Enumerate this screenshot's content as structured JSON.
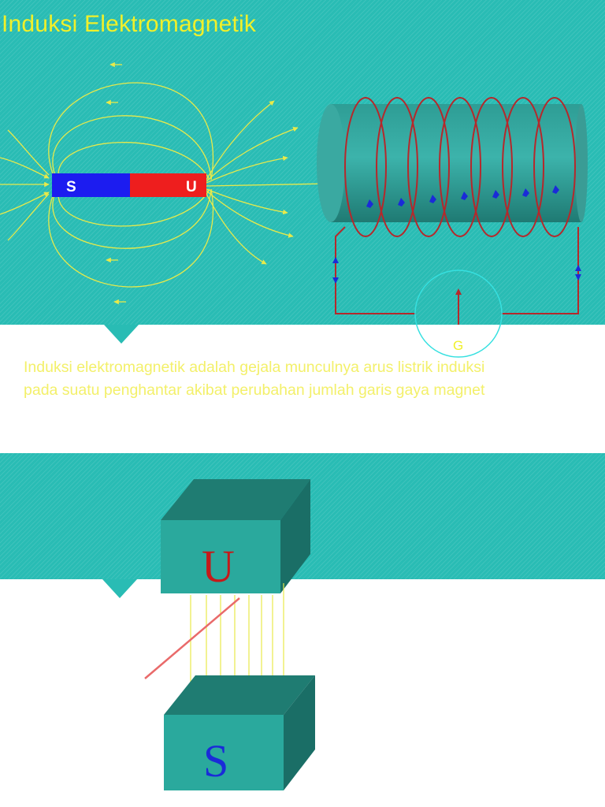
{
  "slide1": {
    "title": "Induksi Elektromagnetik",
    "magnet": {
      "south_label": "S",
      "north_label": "U"
    },
    "galvanometer_label": "G",
    "definition": "Induksi elektromagnetik adalah gejala munculnya arus listrik induksi pada suatu penghantar akibat perubahan jumlah garis gaya magnet"
  },
  "slide2": {
    "north_block_label": "U",
    "south_block_label": "S"
  },
  "colors": {
    "teal": "#29bcb4",
    "field_lines": "#e8ea4a",
    "magnet_south": "#1c1cf0",
    "magnet_north": "#ee1e1e",
    "coil_wire": "#b5282b",
    "current_arrows": "#1a2bd8",
    "text_yellow": "#f0f02a"
  },
  "icons": [
    "bar-magnet",
    "solenoid-coil",
    "galvanometer",
    "magnet-block-north",
    "magnet-block-south",
    "conductor-wire"
  ]
}
